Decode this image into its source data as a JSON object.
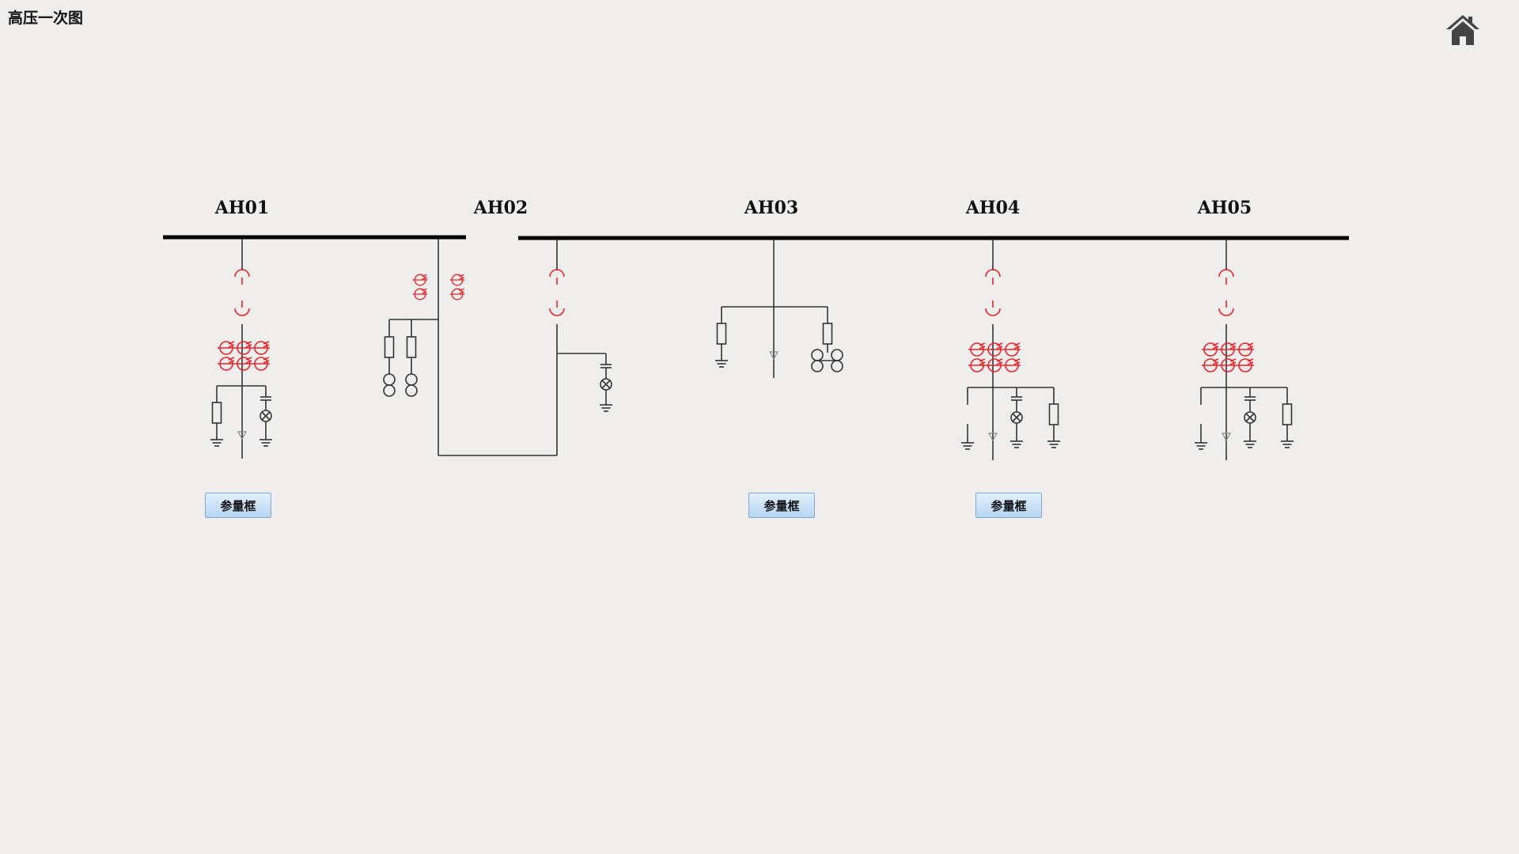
{
  "page": {
    "title": "高压一次图"
  },
  "home": {
    "icon": "home-icon"
  },
  "bays": [
    {
      "label": "AH01"
    },
    {
      "label": "AH02"
    },
    {
      "label": "AH03"
    },
    {
      "label": "AH04"
    },
    {
      "label": "AH05"
    }
  ],
  "buttons": {
    "meter_ah01": "参量框",
    "meter_ah03": "参量框",
    "meter_ah04": "参量框"
  },
  "colors": {
    "background": "#efeeec",
    "line": "#333333",
    "busbar": "#000000",
    "switch": "#e8232a",
    "button": "#b6d6f5"
  }
}
